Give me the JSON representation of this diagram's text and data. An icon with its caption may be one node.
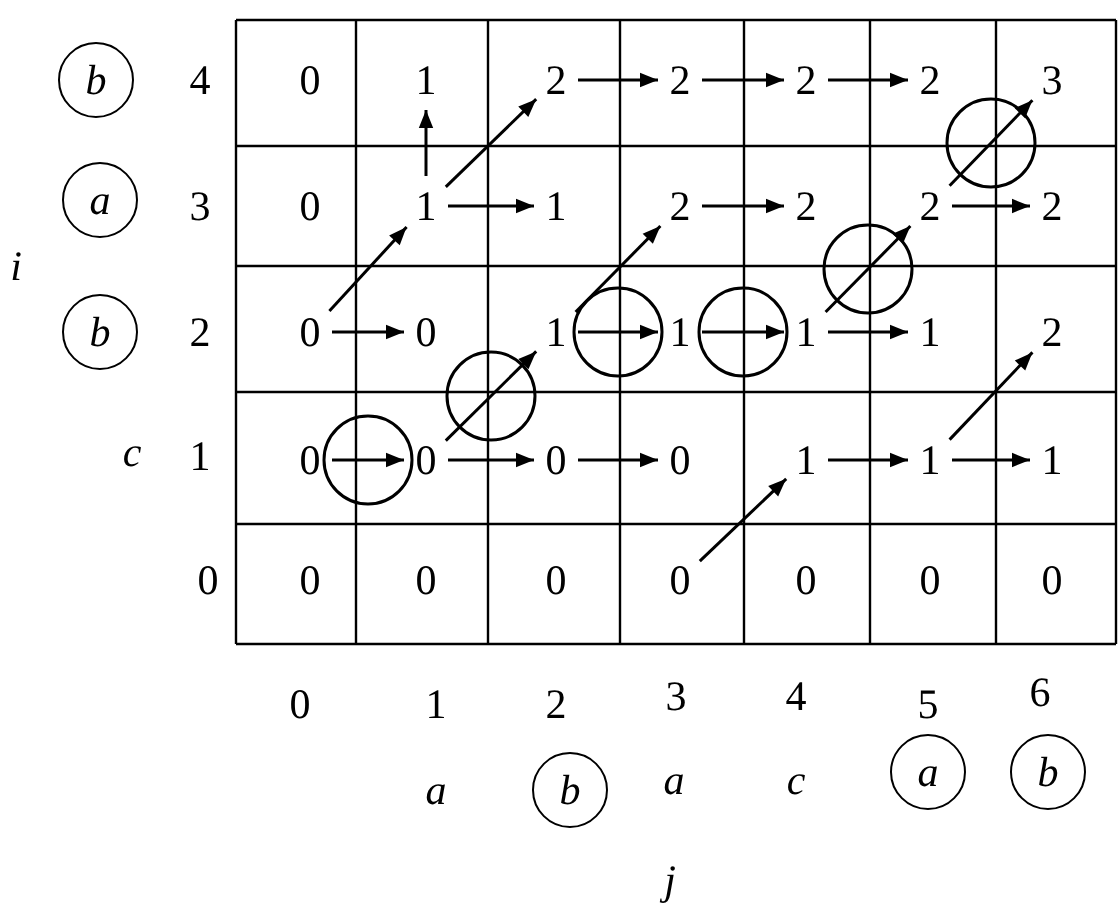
{
  "diagram": {
    "nodes": [
      {
        "text": [
          "0"
        ]
      },
      {
        "text": [
          "1"
        ]
      },
      {
        "text": [
          "2"
        ]
      },
      {
        "text": [
          "2"
        ]
      },
      {
        "text": [
          "2"
        ]
      },
      {
        "text": [
          "2"
        ]
      },
      {
        "text": [
          "3"
        ]
      },
      {
        "text": [
          "0"
        ]
      },
      {
        "text": [
          "1"
        ]
      },
      {
        "text": [
          "1"
        ]
      },
      {
        "text": [
          "2"
        ]
      },
      {
        "text": [
          "2"
        ]
      },
      {
        "text": [
          "2"
        ]
      },
      {
        "text": [
          "2"
        ]
      },
      {
        "text": [
          "0"
        ]
      },
      {
        "text": [
          "0"
        ]
      },
      {
        "text": [
          "1"
        ]
      },
      {
        "text": [
          "1"
        ]
      },
      {
        "text": [
          "1"
        ]
      },
      {
        "text": [
          "1"
        ]
      },
      {
        "text": [
          "2"
        ]
      },
      {
        "text": [
          "0"
        ]
      },
      {
        "text": [
          "0"
        ]
      },
      {
        "text": [
          "0"
        ]
      },
      {
        "text": [
          "0"
        ]
      },
      {
        "text": [
          "1"
        ]
      },
      {
        "text": [
          "1"
        ]
      },
      {
        "text": [
          "1"
        ]
      },
      {
        "text": [
          "0"
        ]
      },
      {
        "text": [
          "0"
        ]
      },
      {
        "text": [
          "0"
        ]
      },
      {
        "text": [
          "0"
        ]
      },
      {
        "text": [
          "0"
        ]
      },
      {
        "text": [
          "0"
        ]
      },
      {
        "text": [
          "0"
        ]
      },
      {
        "text": [
          "b"
        ]
      },
      {
        "text": [
          "a"
        ]
      },
      {
        "text": [
          "b"
        ]
      },
      {
        "text": [
          "b"
        ]
      },
      {
        "text": [
          "a"
        ]
      },
      {
        "text": [
          "b"
        ]
      }
    ],
    "edges": [
      {
        "from": 8,
        "to": 1,
        "arrow": "to"
      },
      {
        "from": 8,
        "to": 2,
        "arrow": "to"
      },
      {
        "from": 2,
        "to": 3,
        "arrow": "to"
      },
      {
        "from": 3,
        "to": 4,
        "arrow": "to"
      },
      {
        "from": 4,
        "to": 5,
        "arrow": "to"
      },
      {
        "from": 12,
        "to": 6,
        "arrow": "to"
      },
      {
        "from": 14,
        "to": 8,
        "arrow": "to"
      },
      {
        "from": 8,
        "to": 9,
        "arrow": "to"
      },
      {
        "from": 16,
        "to": 10,
        "arrow": "to"
      },
      {
        "from": 10,
        "to": 11,
        "arrow": "to"
      },
      {
        "from": 18,
        "to": 12,
        "arrow": "to"
      },
      {
        "from": 12,
        "to": 13,
        "arrow": "to"
      },
      {
        "from": 14,
        "to": 15,
        "arrow": "to"
      },
      {
        "from": 22,
        "to": 16,
        "arrow": "to"
      },
      {
        "from": 16,
        "to": 17,
        "arrow": "to"
      },
      {
        "from": 17,
        "to": 18,
        "arrow": "to"
      },
      {
        "from": 18,
        "to": 19,
        "arrow": "to"
      },
      {
        "from": 26,
        "to": 20,
        "arrow": "to"
      },
      {
        "from": 21,
        "to": 22,
        "arrow": "to"
      },
      {
        "from": 22,
        "to": 23,
        "arrow": "to"
      },
      {
        "from": 23,
        "to": 24,
        "arrow": "to"
      },
      {
        "from": 31,
        "to": 25,
        "arrow": "to"
      },
      {
        "from": 25,
        "to": 26,
        "arrow": "to"
      },
      {
        "from": 26,
        "to": 27,
        "arrow": "to"
      }
    ],
    "labels": [
      "4",
      "3",
      "i",
      "2",
      "c",
      "1",
      "0",
      "0",
      "1",
      "2",
      "3",
      "4",
      "5",
      "6",
      "a",
      "a",
      "c",
      "j"
    ]
  }
}
